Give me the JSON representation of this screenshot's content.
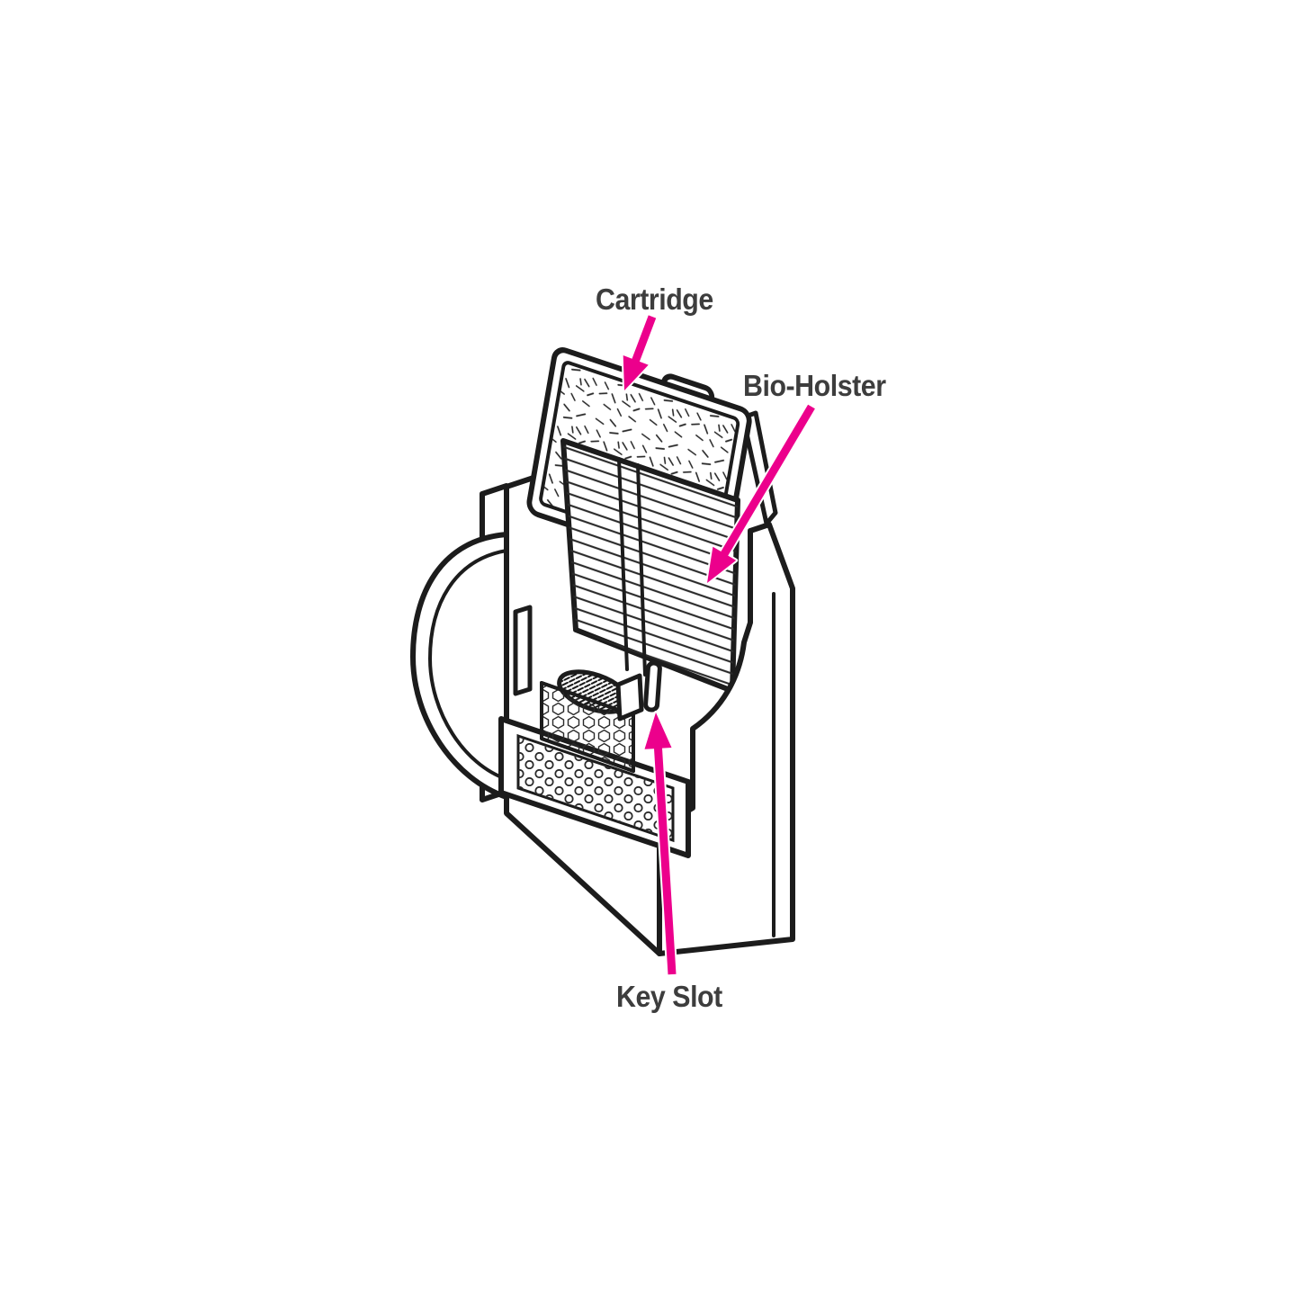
{
  "diagram": {
    "colors": {
      "arrow": "#ec008c",
      "outline": "#1c1c1c",
      "label_text": "#3d3d3d",
      "fill": "#ffffff",
      "texture": "#2a2a2a"
    },
    "annotations": [
      {
        "id": "cartridge",
        "label": "Cartridge"
      },
      {
        "id": "bio_holster",
        "label": "Bio-Holster"
      },
      {
        "id": "key_slot",
        "label": "Key Slot"
      }
    ]
  }
}
